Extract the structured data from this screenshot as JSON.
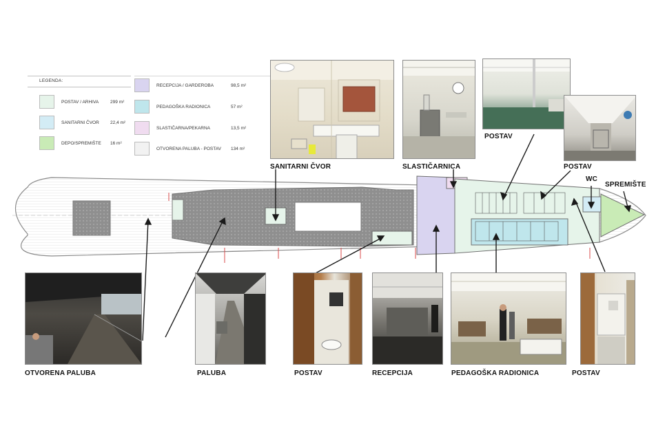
{
  "legend": {
    "title": "LEGENDA:",
    "items": [
      {
        "label": "POSTAV / ARHIVA",
        "value": "299 m²",
        "color": "#e6f4ea"
      },
      {
        "label": "SANITARNI ČVOR",
        "value": "22,4 m²",
        "color": "#d3ecf5"
      },
      {
        "label": "DEPO/SPREMIŠTE",
        "value": "16 m²",
        "color": "#c9ebb6"
      },
      {
        "label": "RECEPCIJA / GARDEROBA",
        "value": "98,5 m²",
        "color": "#d9d4f0"
      },
      {
        "label": "PEDAGOŠKA RADIONICA",
        "value": "57 m²",
        "color": "#bfe6ec"
      },
      {
        "label": "SLASTIČARNA/PEKARNA",
        "value": "13,5 m²",
        "color": "#f0dcf0"
      },
      {
        "label": "OTVORENA PALUBA - POSTAV",
        "value": "134 m²",
        "color": "#f2f2f2"
      }
    ]
  },
  "captions": {
    "sanitarni": "SANITARNI ČVOR",
    "slasticarnica": "SLASTIČARNICA",
    "postav_top1": "POSTAV",
    "postav_top2": "POSTAV",
    "wc": "WC",
    "spremiste": "SPREMIŠTE",
    "otvorena": "OTVORENA PALUBA",
    "paluba": "PALUBA",
    "postav_b1": "POSTAV",
    "recepcija": "RECEPCIJA",
    "pedagoska": "PEDAGOŠKA RADIONICA",
    "postav_b2": "POSTAV"
  },
  "colors": {
    "hull_line": "#8a8a8a",
    "deck_gray": "#8d8d8d",
    "arrow": "#1a1a1a",
    "marker_red": "#d94a4a"
  }
}
